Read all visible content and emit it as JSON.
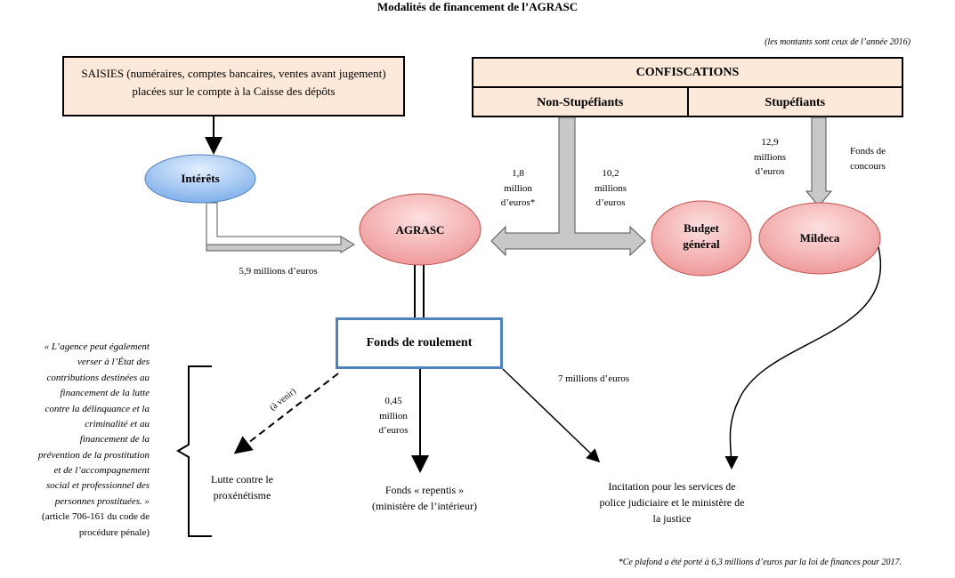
{
  "title": "Modalités de financement de l’AGRASC",
  "note_year": "(les montants sont ceux de l’année 2016)",
  "seizures_box": "SAISIES (numéraires, comptes bancaires, ventes avant jugement) placées sur le compte à la Caisse des dépôts",
  "confiscations": {
    "header": "CONFISCATIONS",
    "left": "Non-Stupéfiants",
    "right": "Stupéfiants"
  },
  "nodes": {
    "interets": "Intérêts",
    "agrasc": "AGRASC",
    "budget_line1": "Budget",
    "budget_line2": "général",
    "mildeca": "Mildeca",
    "fonds_roulement": "Fonds de roulement"
  },
  "amounts": {
    "interets_to_agrasc": "5,9 millions d’euros",
    "to_agrasc": [
      "1,8",
      "million",
      "d’euros*"
    ],
    "to_budget": [
      "10,2",
      "millions",
      "d’euros"
    ],
    "stup_to_mildeca": [
      "12,9",
      "millions",
      "d’euros"
    ],
    "fonds_concours": [
      "Fonds de",
      "concours"
    ],
    "repentis_amount": [
      "0,45",
      "million",
      "d’euros"
    ],
    "incitation_amount": "7 millions d’euros",
    "avenir": "(à venir)"
  },
  "destinations": {
    "proxenetisme": [
      "Lutte contre le",
      "proxénétisme"
    ],
    "repentis": [
      "Fonds « repentis »",
      "(ministère de l’intérieur)"
    ],
    "incitation": [
      "Incitation pour les services de",
      "police judiciaire et le ministère de",
      "la justice"
    ]
  },
  "quote_lines": [
    "« L’agence peut également",
    "verser à l’État des",
    "contributions destinées au",
    "financement de la lutte",
    "contre la délinquance et la",
    "criminalité et au",
    "financement de la",
    "prévention de la prostitution",
    "et de l’accompagnement",
    "social et professionnel des",
    "personnes prostituées. »",
    "(article 706-161 du code de",
    "procédure pénale)"
  ],
  "footnote": "*Ce plafond a été porté à 6,3 millions d’euros par la loi de finances pour 2017.",
  "colors": {
    "box_fill": "#fde9d9",
    "ellipse_pink": "#f4b6b6",
    "ellipse_blue": "#9dc3f0",
    "border_blue": "#4f81bd",
    "arrow_gray": "#c8c8c8"
  }
}
